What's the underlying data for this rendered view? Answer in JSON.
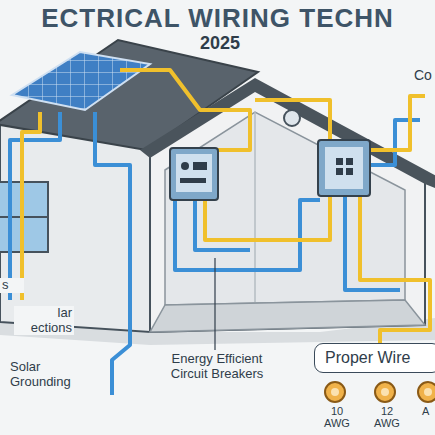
{
  "diagram": {
    "title": "ECTRICAL WIRING TECHN",
    "nodes": [
      {
        "text": [
          "Proper Wire"
        ]
      }
    ],
    "labels": [
      "2025",
      "Co",
      "s",
      "lar ections",
      "Solar Grounding",
      "Energy Efficient Circuit Breakers",
      "10 AWG",
      "12 AWG",
      "A"
    ]
  }
}
